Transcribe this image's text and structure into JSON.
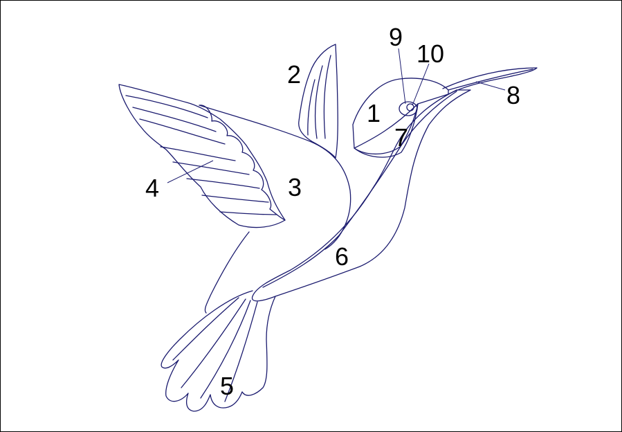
{
  "diagram": {
    "line_color": "#1a1a6e",
    "labels": {
      "l1": "1",
      "l2": "2",
      "l3": "3",
      "l4": "4",
      "l5": "5",
      "l6": "6",
      "l7": "7",
      "l8": "8",
      "l9": "9",
      "l10": "10"
    }
  }
}
